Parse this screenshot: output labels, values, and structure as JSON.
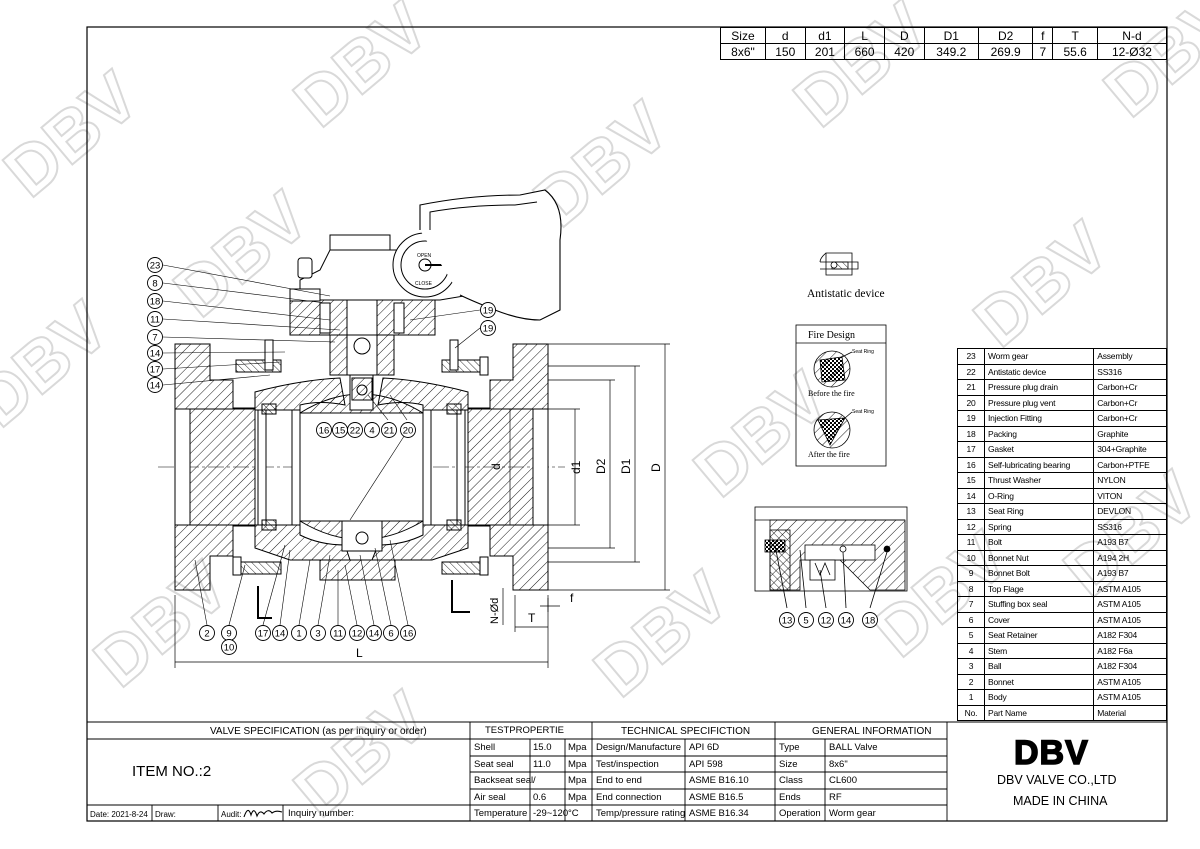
{
  "dimensions": {
    "headers": [
      "Size",
      "d",
      "d1",
      "L",
      "D",
      "D1",
      "D2",
      "f",
      "T",
      "N-d"
    ],
    "values": [
      "8x6\"",
      "150",
      "201",
      "660",
      "420",
      "349.2",
      "269.9",
      "7",
      "55.6",
      "12-Ø32"
    ]
  },
  "balloons": {
    "left": [
      "23",
      "8",
      "18",
      "11",
      "7",
      "14",
      "17",
      "14"
    ],
    "bottom_upper": [
      "16",
      "15",
      "22",
      "4",
      "21",
      "20"
    ],
    "right_upper": [
      "19",
      "19"
    ],
    "bottom_lower": [
      "2",
      "9",
      "10",
      "17",
      "14",
      "1",
      "3",
      "11",
      "12",
      "14",
      "6",
      "16"
    ],
    "detail": [
      "13",
      "5",
      "12",
      "14",
      "18"
    ]
  },
  "dim_labels": {
    "d": "d",
    "d1": "d1",
    "D2": "D2",
    "D1": "D1",
    "D": "D",
    "L": "L",
    "Nd": "N-Ød",
    "T": "T",
    "f": "f"
  },
  "antistatic": {
    "label": "Antistatic device"
  },
  "fire_design": {
    "title": "Fire Design",
    "seat_ring": "Seat Ring",
    "before": "Before the fire",
    "after": "After the fire"
  },
  "gear_labels": {
    "open": "OPEN",
    "close": "CLOSE"
  },
  "parts": [
    {
      "no": "23",
      "name": "Worm gear",
      "material": "Assembly"
    },
    {
      "no": "22",
      "name": "Antistatic device",
      "material": "SS316"
    },
    {
      "no": "21",
      "name": "Pressure plug drain",
      "material": "Carbon+Cr"
    },
    {
      "no": "20",
      "name": "Pressure plug vent",
      "material": "Carbon+Cr"
    },
    {
      "no": "19",
      "name": "Injection Fitting",
      "material": "Carbon+Cr"
    },
    {
      "no": "18",
      "name": "Packing",
      "material": "Graphite"
    },
    {
      "no": "17",
      "name": "Gasket",
      "material": "304+Graphite"
    },
    {
      "no": "16",
      "name": "Self-lubricating bearing",
      "material": "Carbon+PTFE"
    },
    {
      "no": "15",
      "name": "Thrust Washer",
      "material": "NYLON"
    },
    {
      "no": "14",
      "name": "O-Ring",
      "material": "VITON"
    },
    {
      "no": "13",
      "name": "Seat Ring",
      "material": "DEVLON"
    },
    {
      "no": "12",
      "name": "Spring",
      "material": "SS316"
    },
    {
      "no": "11",
      "name": "Bolt",
      "material": "A193 B7"
    },
    {
      "no": "10",
      "name": "Bonnet Nut",
      "material": "A194 2H"
    },
    {
      "no": "9",
      "name": "Bonnet Bolt",
      "material": "A193 B7"
    },
    {
      "no": "8",
      "name": "Top Flage",
      "material": "ASTM A105"
    },
    {
      "no": "7",
      "name": "Stuffing box seal",
      "material": "ASTM A105"
    },
    {
      "no": "6",
      "name": "Cover",
      "material": "ASTM A105"
    },
    {
      "no": "5",
      "name": "Seat Retainer",
      "material": "A182 F304"
    },
    {
      "no": "4",
      "name": "Stem",
      "material": "A182 F6a"
    },
    {
      "no": "3",
      "name": "Ball",
      "material": "A182 F304"
    },
    {
      "no": "2",
      "name": "Bonnet",
      "material": "ASTM A105"
    },
    {
      "no": "1",
      "name": "Body",
      "material": "ASTM A105"
    },
    {
      "no": "No.",
      "name": "Part Name",
      "material": "Material"
    }
  ],
  "title_block": {
    "valve_spec": "VALVE SPECIFICATION (as per inquiry or order)",
    "item_no": "ITEM NO.:2",
    "date": "Date: 2021-8-24",
    "draw": "Draw:",
    "audit": "Audit:",
    "inquiry": "Inquiry number:",
    "test_header": "TESTPROPERTIE",
    "tests": [
      {
        "name": "Shell",
        "value": "15.0",
        "unit": "Mpa"
      },
      {
        "name": "Seat seal",
        "value": "11.0",
        "unit": "Mpa"
      },
      {
        "name": "Backseat seal",
        "value": "/",
        "unit": "Mpa"
      },
      {
        "name": "Air seal",
        "value": "0.6",
        "unit": "Mpa"
      },
      {
        "name": "Temperature",
        "value": "-29~120",
        "unit": "°C"
      }
    ],
    "tech_header": "TECHNICAL SPECIFICTION",
    "tech": [
      {
        "name": "Design/Manufacture",
        "value": "API 6D"
      },
      {
        "name": "Test/inspection",
        "value": "API 598"
      },
      {
        "name": "End to end",
        "value": "ASME B16.10"
      },
      {
        "name": "End connection",
        "value": "ASME B16.5"
      },
      {
        "name": "Temp/pressure rating",
        "value": "ASME B16.34"
      }
    ],
    "gen_header": "GENERAL INFORMATION",
    "general": [
      {
        "name": "Type",
        "value": "BALL Valve"
      },
      {
        "name": "Size",
        "value": "8x6\""
      },
      {
        "name": "Class",
        "value": "CL600"
      },
      {
        "name": "Ends",
        "value": "RF"
      },
      {
        "name": "Operation",
        "value": "Worm gear"
      }
    ],
    "logo": "DBV",
    "company": "DBV VALVE CO.,LTD",
    "made_in": "MADE IN CHINA"
  },
  "watermark": "DBV"
}
